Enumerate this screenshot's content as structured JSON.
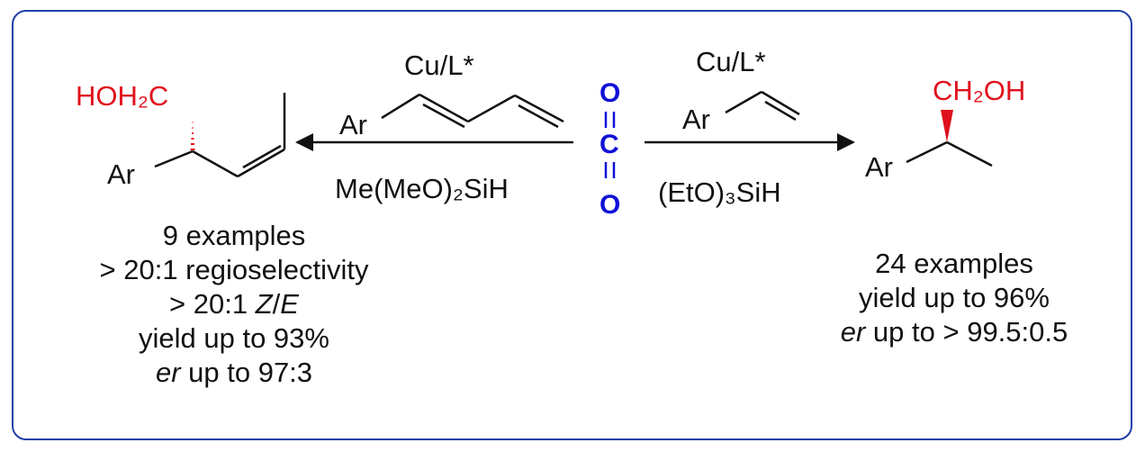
{
  "co2": {
    "o_top": "O",
    "c": "C",
    "o_bottom": "O"
  },
  "left_reaction": {
    "catalyst": "Cu/L*",
    "silane": "Me(MeO)₂SiH",
    "substrate_group": "Ar",
    "product_group": "Ar",
    "product_label": "HOH₂C",
    "results": {
      "examples": "9 examples",
      "regioselectivity": "> 20:1 regioselectivity",
      "ze_prefix": "> 20:1 ",
      "ze_z": "Z",
      "ze_slash": "/",
      "ze_e": "E",
      "yield": "yield up to 93%",
      "er_label": "er",
      "er_value": " up to  97:3"
    }
  },
  "right_reaction": {
    "catalyst": "Cu/L*",
    "silane": "(EtO)₃SiH",
    "substrate_group": "Ar",
    "product_group": "Ar",
    "product_label": "CH₂OH",
    "results": {
      "examples": "24 examples",
      "yield": "yield up to 96%",
      "er_label": "er",
      "er_value": " up to > 99.5:0.5"
    }
  },
  "colors": {
    "frame": "#1f3fa8",
    "co2": "#1010d8",
    "product_highlight": "#e0101c",
    "text": "#111111"
  }
}
